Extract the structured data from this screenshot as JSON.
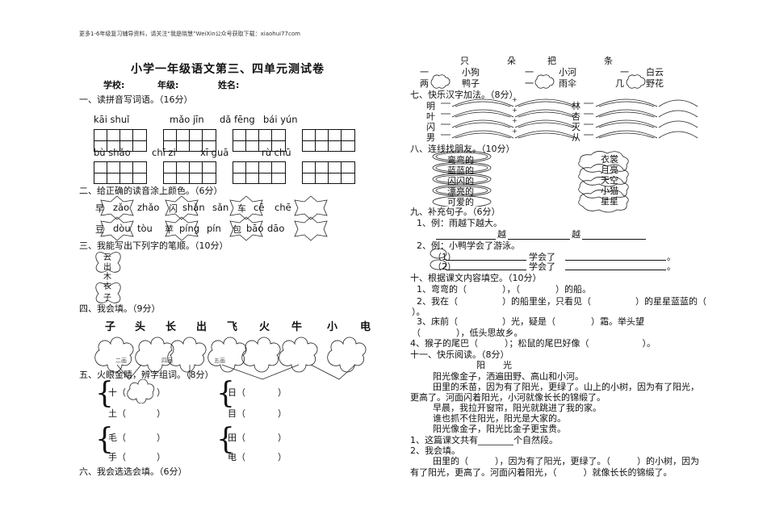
{
  "header_note": "更多1-6年级复习辅导资料，请关注“我是晓慧”WeiXin公众号获取下载：xiaohui77com",
  "title": "小学一年级语文第三、四单元测试卷",
  "info": {
    "school": "学校:",
    "grade": "年级:",
    "name": "姓名:"
  },
  "q1": {
    "heading": "一、读拼音写词语。（16分）",
    "row1": [
      "kāi shuǐ",
      "mǎo jīn",
      "dǎ fēng",
      "bái yún"
    ],
    "row2": [
      "bù shǎo",
      "chī zi",
      "xī guā",
      "rù chū"
    ]
  },
  "q2": {
    "heading": "二、给正确的读音涂上颜色。（6分）",
    "row1": [
      "早",
      "zǎo",
      "zhǎo",
      "闪",
      "shǎn",
      "sǎn",
      "车",
      "cē",
      "chē"
    ],
    "row2": [
      "豆",
      "dòu",
      "tòu",
      "苹",
      "píng",
      "pín",
      "包",
      "bāo",
      "dāo"
    ]
  },
  "q3": {
    "heading": "三、我能写出下列字的笔顺。（10分）",
    "chars": [
      "云",
      "出",
      "木",
      "衣",
      "子"
    ]
  },
  "q4": {
    "heading": "四、我会填。（9分）",
    "chars": [
      "子",
      "头",
      "长",
      "出",
      "飞",
      "火",
      "牛",
      "小",
      "电"
    ],
    "labels": [
      "二画",
      "四画",
      "五画"
    ]
  },
  "q5": {
    "heading": "五、火眼金睛，辨字组词。（8分）",
    "left": [
      [
        "十（",
        "）"
      ],
      [
        "土（",
        "）"
      ],
      [
        "毛（",
        "）"
      ],
      [
        "手（",
        "）"
      ]
    ],
    "right": [
      [
        "日（",
        "）"
      ],
      [
        "目（",
        "）"
      ],
      [
        "田（",
        "）"
      ],
      [
        "电（",
        "）"
      ]
    ]
  },
  "q6": {
    "heading": "六、我会选选会填。（6分）",
    "measure_words": [
      "只",
      "朵",
      "把",
      "条"
    ],
    "row1": [
      "一",
      "小狗",
      "一",
      "小河",
      "一",
      "白云"
    ],
    "row2": [
      "两",
      "鸭子",
      "一",
      "雨伞",
      "几",
      "野花"
    ]
  },
  "q7": {
    "heading": "七、快乐汉字加法。（8分）",
    "left": [
      "明",
      "叶",
      "闪",
      "男"
    ],
    "right": [
      "林",
      "杏",
      "灭",
      "从"
    ]
  },
  "q8": {
    "heading": "八、连线找朋友。（10分）",
    "left": [
      "弯弯的",
      "蓝蓝的",
      "闪闪的",
      "漂亮的",
      "可爱的"
    ],
    "right": [
      "衣裳",
      "月亮",
      "天空",
      "小猫",
      "星星"
    ]
  },
  "q9": {
    "heading": "九、补充句子。（6分）",
    "s1": "1、例：雨越下越大。",
    "s1b": [
      "越",
      "越"
    ],
    "s2": "2、例：小鸭学会了游泳。",
    "s2a": "（1）",
    "s2b": "（2）",
    "learned": "学会了"
  },
  "q10": {
    "heading": "十、根据课文内容填空。（10分）",
    "l1": "1、弯弯的（　　　　），（　　　　）的船。",
    "l2": "2、我在（　　　　　）的船里坐，只看见（　　　　　）的星星蓝蓝的（　　",
    "l2b": "）。",
    "l3": "3、床前（　　　　　）光，疑是（　　　　）霜。举头望",
    "l3b": "（　　　　），低头思故乡。",
    "l4": "4、猴子的尾巴（　　　）；松鼠的尾巴好像（　　　　　　）。"
  },
  "q11": {
    "heading": "十一、快乐阅读。（8分）",
    "passage_title": "阳　　光",
    "p1": "阳光像金子，洒遍田野、高山和小河。",
    "p2a": "田里的禾苗，因为有了阳光，更绿了。山上的小树，因为有了阳光，",
    "p2b": "更高了。河面闪着阳光，小河就像长长的锦缎了。",
    "p3": "早晨，我拉开窗帘，阳光就跳进了我的家。",
    "p4": "谁也抓不住阳光，阳光是大家的。",
    "p5": "阳光像金子，阳光比金子更宝贵。",
    "qa1": "1、这篇课文共有________个自然段。",
    "qa2": "2、我会填。",
    "qa2a": "田里的（　　　），因为有了阳光，更绿了。（　　　）的小树，因为",
    "qa2b": "有了阳光，更高了。河面闪着阳光，（　　　）就像长长的锦缎了。"
  }
}
